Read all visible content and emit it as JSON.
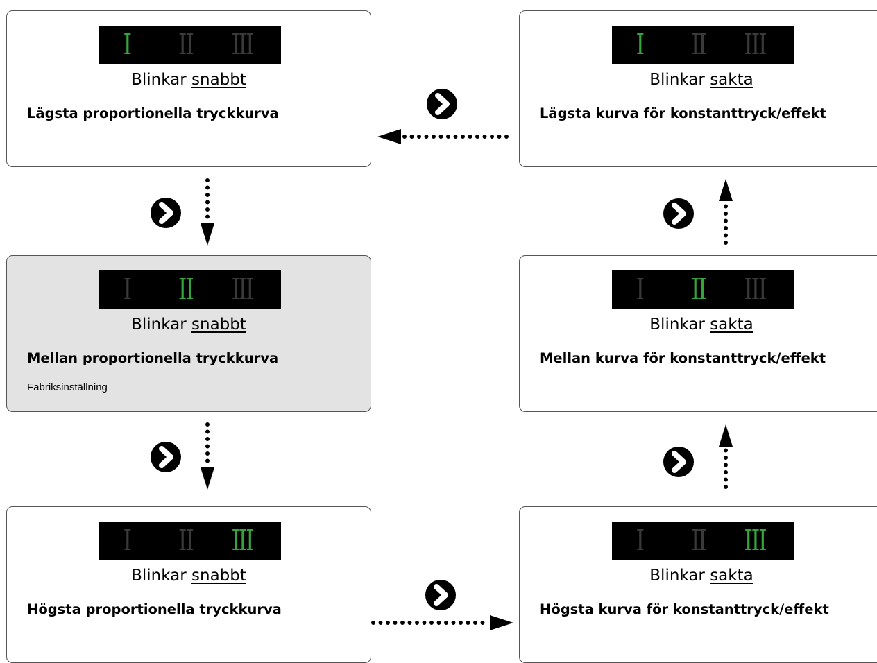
{
  "numerals": [
    "I",
    "II",
    "III"
  ],
  "blink_prefix": "Blinkar",
  "cards": [
    {
      "id": "low-proportional",
      "active": 0,
      "speed": "snabbt",
      "title": "Lägsta proportionella tryckkurva",
      "note": ""
    },
    {
      "id": "mid-proportional",
      "active": 1,
      "speed": "snabbt",
      "title": "Mellan proportionella tryckkurva",
      "note": "Fabriksinställning",
      "highlighted": true
    },
    {
      "id": "high-proportional",
      "active": 2,
      "speed": "snabbt",
      "title": "Högsta proportionella tryckkurva",
      "note": ""
    },
    {
      "id": "high-constant",
      "active": 2,
      "speed": "sakta",
      "title": "Högsta kurva för konstanttryck/effekt",
      "note": ""
    },
    {
      "id": "mid-constant",
      "active": 1,
      "speed": "sakta",
      "title": "Mellan kurva för konstanttryck/effekt",
      "note": ""
    },
    {
      "id": "low-constant",
      "active": 0,
      "speed": "sakta",
      "title": "Lägsta kurva för konstanttryck/effekt",
      "note": ""
    }
  ],
  "colors": {
    "active": "#35a53b",
    "inactive": "#3a3a3a",
    "display": "#000000",
    "highlight": "#e3e3e3"
  },
  "icons": {
    "step": "chevron-right-circle-icon"
  }
}
